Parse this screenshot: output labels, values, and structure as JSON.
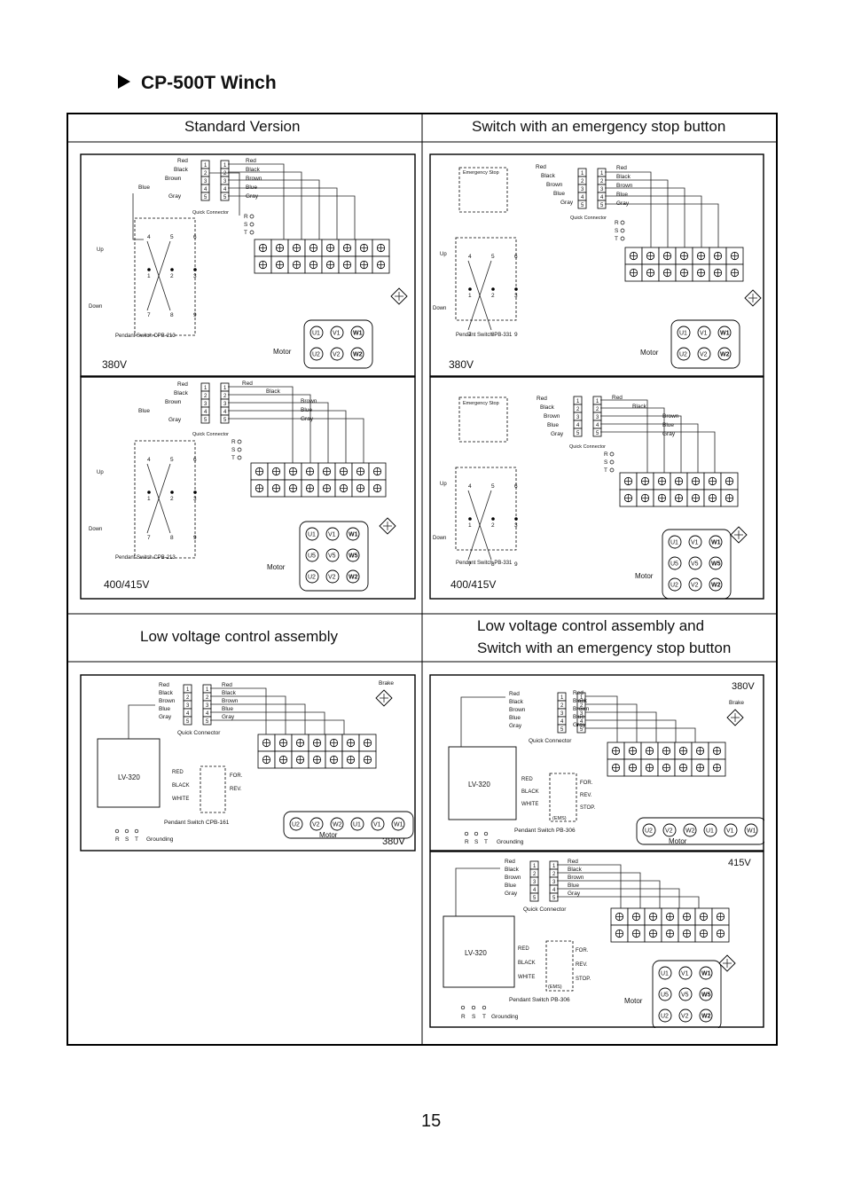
{
  "page": {
    "title": "CP-500T Winch",
    "page_number": "15"
  },
  "headers": {
    "standard": "Standard Version",
    "emergency": "Switch with an emergency stop button",
    "low_voltage": "Low voltage control assembly",
    "low_voltage_emergency_1": "Low voltage control assembly and",
    "low_voltage_emergency_2": "Switch with an emergency stop button"
  },
  "labels": {
    "wires5": [
      "Red",
      "Black",
      "Brown",
      "Blue",
      "Gray"
    ],
    "wires_blue_first": [
      "Red",
      "Black",
      "Brown",
      "Blue",
      "Gray"
    ],
    "pins": [
      "1",
      "2",
      "3",
      "4",
      "5"
    ],
    "phases": [
      "R",
      "S",
      "T"
    ],
    "quick_connector": "Quick Connector",
    "quick_connector_lv": "Quick  Connector",
    "up": "Up",
    "down": "Down",
    "motor": "Motor",
    "brake": "Brake",
    "grounding": "Grounding",
    "emergency_stop": "Emergency Stop",
    "pendant_cpb213": "Pendant Switch CPB-213",
    "pendant_pb331": "Pendant Switch PB-331",
    "pendant_cpb161": "Pendant Switch CPB-161",
    "pendant_pb306": "Pendant Switch PB-306",
    "lv320": "LV-320",
    "lv_inputs": [
      "RED",
      "BLACK",
      "WHITE"
    ],
    "lv_outputs_3": [
      "FOR.",
      "REV."
    ],
    "lv_outputs_stop": [
      "FOR.",
      "REV.",
      "STOP."
    ],
    "ems": "(EMS)",
    "switch_nums_top": [
      "4",
      "5",
      "6"
    ],
    "switch_nums_mid": [
      "1",
      "2",
      "3"
    ],
    "switch_nums_bot": [
      "7",
      "8",
      "9"
    ],
    "motor_380": [
      "U1",
      "V1",
      "W1",
      "U2",
      "V2",
      "W2"
    ],
    "motor_415": [
      "U1",
      "V1",
      "W1",
      "U5",
      "V5",
      "W5",
      "U2",
      "V2",
      "W2"
    ],
    "motor_lv_row": [
      "U2",
      "V2",
      "W2",
      "U1",
      "V1",
      "W1"
    ],
    "volt_380": "380V",
    "volt_400": "400/415V",
    "volt_415": "415V"
  }
}
